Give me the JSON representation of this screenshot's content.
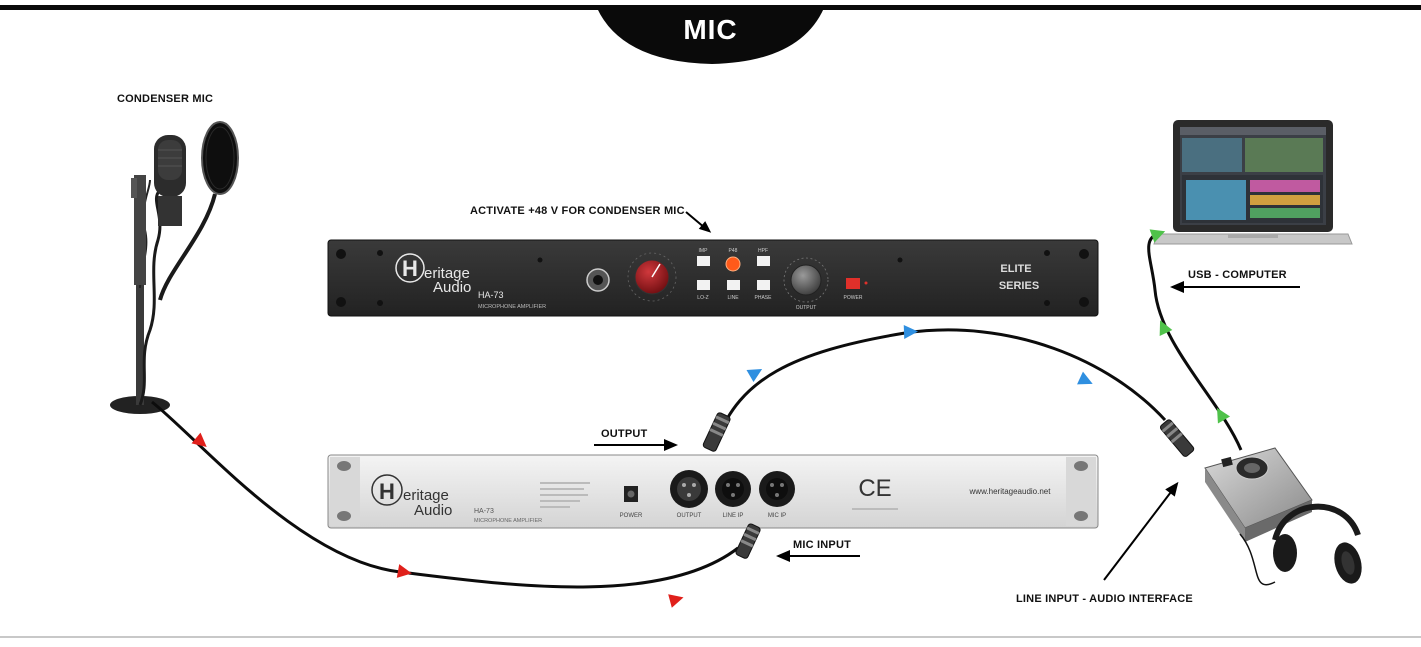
{
  "header": {
    "title": "MIC"
  },
  "labels": {
    "condenser_mic": "CONDENSER MIC",
    "activate_48v": "ACTIVATE +48 V FOR CONDENSER MIC",
    "usb_computer": "USB - COMPUTER",
    "output": "OUTPUT",
    "mic_input": "MIC INPUT",
    "line_input": "LINE INPUT - AUDIO INTERFACE"
  },
  "front_panel": {
    "brand_line1": "eritage",
    "brand_initial": "H",
    "brand_line2": "Audio",
    "model": "HA-73",
    "subtitle": "MICROPHONE AMPLIFIER",
    "series_line1": "ELITE",
    "series_line2": "SERIES",
    "btn_labels": [
      "IMP",
      "P48",
      "HPF",
      "LO-Z",
      "LINE",
      "PHASE"
    ],
    "knob_label": "OUTPUT",
    "power_label": "POWER"
  },
  "rear_panel": {
    "brand_initial": "H",
    "brand_line1": "eritage",
    "brand_line2": "Audio",
    "model": "HA-73",
    "subtitle": "MICROPHONE AMPLIFIER",
    "power_label": "POWER",
    "jack_labels": [
      "OUTPUT",
      "LINE IP",
      "MIC IP"
    ],
    "ce_mark": "CE",
    "url": "www.heritageaudio.net"
  },
  "colors": {
    "mic_cable_arrows": "#e0201b",
    "output_cable_arrows": "#2f8fe0",
    "usb_cable_arrows": "#4fc24a",
    "header_band": "#0a0a0a"
  }
}
